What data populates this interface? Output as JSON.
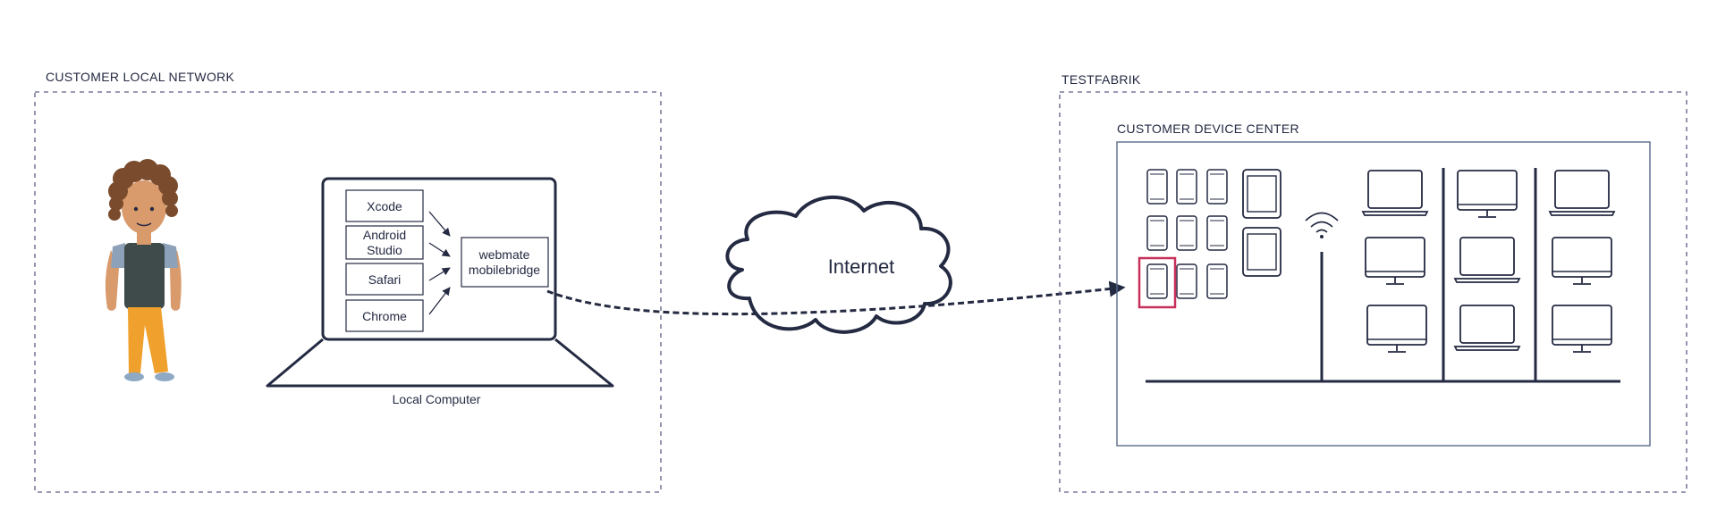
{
  "zones": {
    "customer_network": "CUSTOMER LOCAL NETWORK",
    "testfabrik": "TESTFABRIK",
    "device_center": "CUSTOMER DEVICE CENTER"
  },
  "laptop": {
    "caption": "Local Computer",
    "tools": {
      "xcode": "Xcode",
      "android_line1": "Android",
      "android_line2": "Studio",
      "safari": "Safari",
      "chrome": "Chrome"
    },
    "bridge": {
      "line1": "webmate",
      "line2": "mobilebridge"
    }
  },
  "cloud": {
    "label": "Internet"
  },
  "colors": {
    "ink": "#242a42",
    "zone_border": "#5a5f86",
    "highlight": "#c7305a",
    "shirt_grey": "#8da2b8",
    "vest": "#3f4a4b",
    "pants": "#f0a02c",
    "skin": "#d99a6c",
    "hair": "#7a4b2c",
    "shoes": "#8fa9c4"
  }
}
